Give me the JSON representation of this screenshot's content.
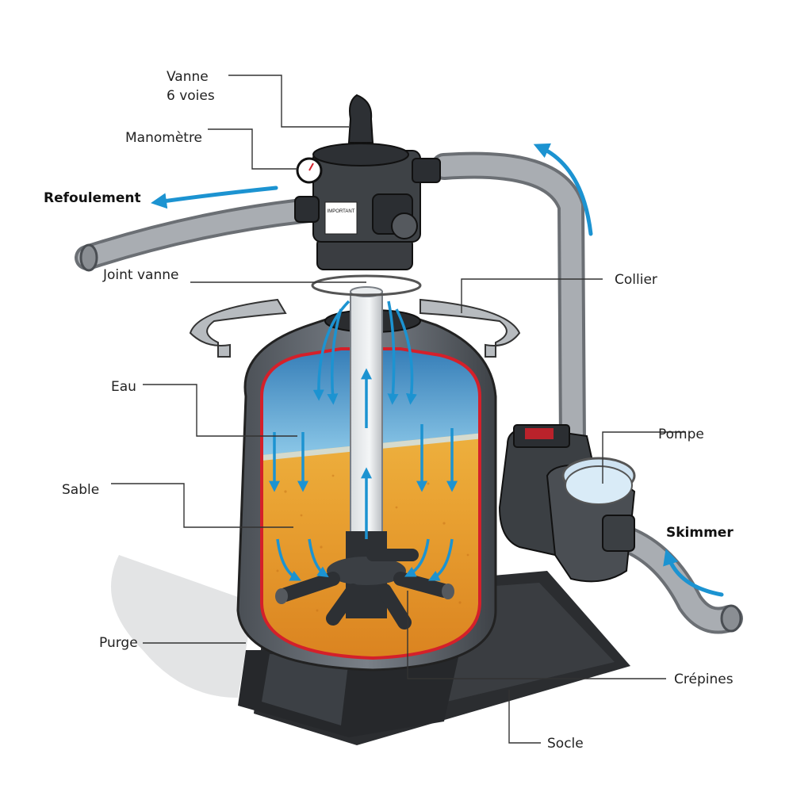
{
  "labels": {
    "vanne": "Vanne\n6 voies",
    "manometre": "Manomètre",
    "refoulement": "Refoulement",
    "joint_vanne": "Joint vanne",
    "collier": "Collier",
    "eau": "Eau",
    "pompe": "Pompe",
    "sable": "Sable",
    "skimmer": "Skimmer",
    "purge": "Purge",
    "crepines": "Crépines",
    "socle": "Socle"
  },
  "valve_sticker": "IMPORTANT",
  "colors": {
    "water": "#3b8ec7",
    "sand": "#e8a030",
    "tank_shell": "#5a5f66",
    "red_lining": "#d4202a",
    "pipe": "#a9adb2",
    "arrow_blue": "#1c93d1",
    "base": "#2b2d30"
  }
}
